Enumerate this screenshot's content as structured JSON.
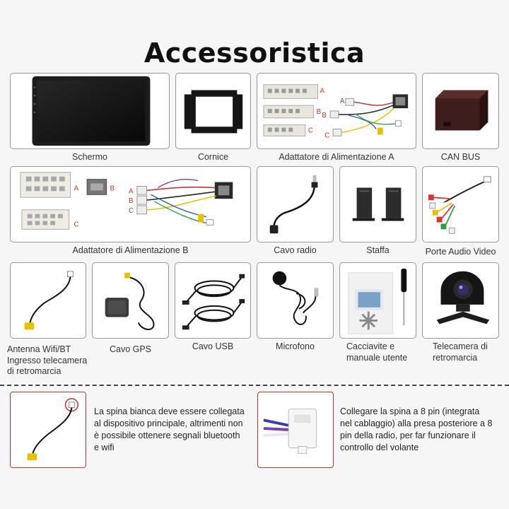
{
  "title": "Accessoristica",
  "items": {
    "screen": "Schermo",
    "frame": "Cornice",
    "power_adapter_a": "Adattatore di Alimentazione A",
    "canbus": "CAN BUS",
    "power_adapter_b": "Adattatore di Alimentazione B",
    "radio_cable": "Cavo radio",
    "bracket": "Staffa",
    "av_ports": "Porte Audio Video",
    "antenna": [
      "Antenna Wifi/BT",
      "Ingresso telecamera",
      "di retromarcia"
    ],
    "gps_cable": "Cavo GPS",
    "usb_cable": "Cavo USB",
    "microphone": "Microfono",
    "screwdriver": [
      "Cacciavite e",
      "manuale utente"
    ],
    "rear_camera": [
      "Telecamera di",
      "retromarcia"
    ]
  },
  "connector_labels": {
    "a": "A",
    "b": "B",
    "c": "C"
  },
  "notes": {
    "white_plug": [
      "La spina bianca deve essere collegata",
      "al dispositivo principale, altrimenti non",
      "è possibile ottenere segnali bluetooth",
      "e wifi"
    ],
    "eight_pin": [
      "Collegare la spina a 8 pin (integrata",
      "nel cablaggio) alla presa posteriore a 8",
      "pin della radio, per far funzionare il",
      "controllo del volante"
    ]
  },
  "colors": {
    "note_border": "#c23535",
    "label_red": "#c0392b",
    "box_border": "#999999"
  }
}
